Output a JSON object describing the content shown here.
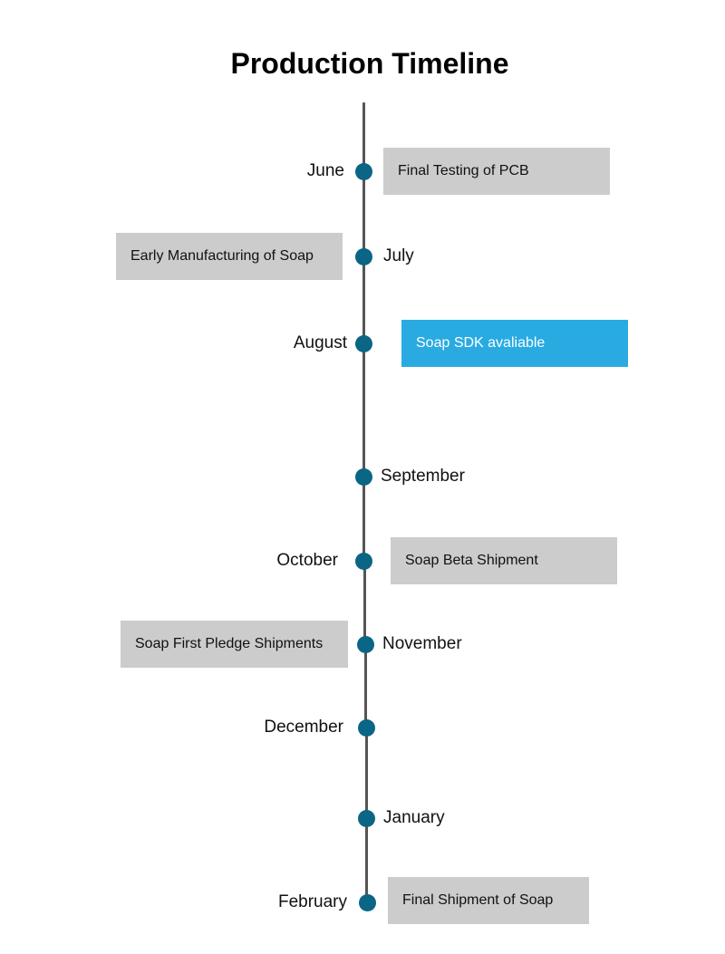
{
  "title": "Production Timeline",
  "colors": {
    "line": "#555555",
    "dot": "#0b6584",
    "box": "#cccccc",
    "highlight_box": "#29abe2"
  },
  "events": [
    {
      "month": "June",
      "label": "Final Testing of PCB"
    },
    {
      "month": "July",
      "label": "Early Manufacturing of Soap"
    },
    {
      "month": "August",
      "label": "Soap SDK avaliable",
      "highlight": true
    },
    {
      "month": "September",
      "label": ""
    },
    {
      "month": "October",
      "label": "Soap Beta Shipment"
    },
    {
      "month": "November",
      "label": "Soap First Pledge Shipments"
    },
    {
      "month": "December",
      "label": ""
    },
    {
      "month": "January",
      "label": ""
    },
    {
      "month": "February",
      "label": "Final Shipment of Soap"
    }
  ]
}
